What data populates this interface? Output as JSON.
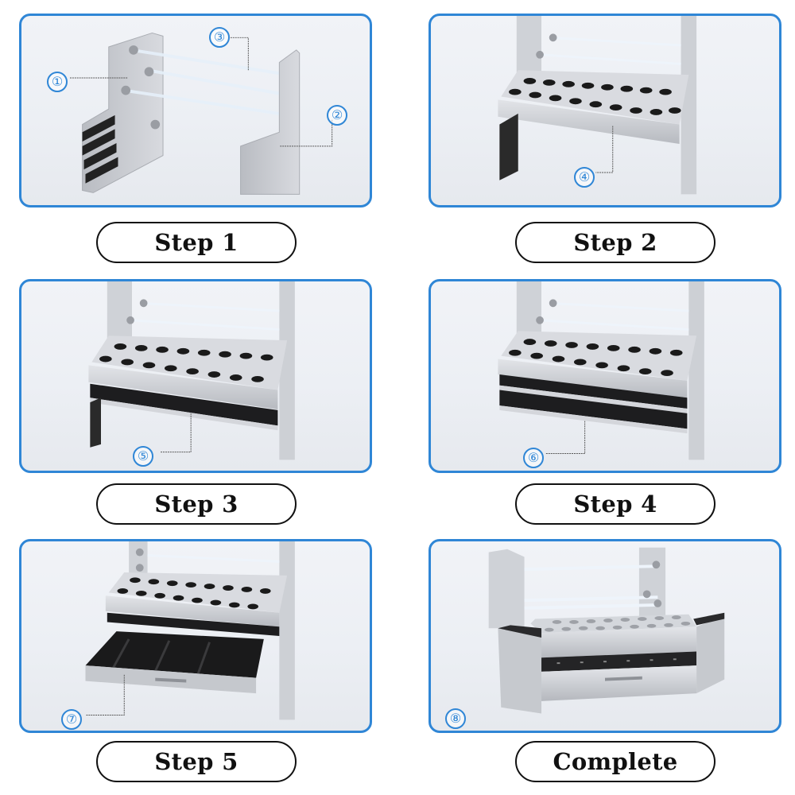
{
  "colors": {
    "panel_border": "#2f86d6",
    "callout": "#2f86d6",
    "pill_border": "#111111",
    "metal": "#c9ccd1",
    "dark_slot": "#1c1c1e"
  },
  "steps": [
    {
      "label": "Step 1",
      "callouts": [
        "①",
        "②",
        "③"
      ]
    },
    {
      "label": "Step 2",
      "callouts": [
        "④"
      ]
    },
    {
      "label": "Step 3",
      "callouts": [
        "⑤"
      ]
    },
    {
      "label": "Step 4",
      "callouts": [
        "⑥"
      ]
    },
    {
      "label": "Step 5",
      "callouts": [
        "⑦"
      ]
    },
    {
      "label": "Complete",
      "callouts": [
        "⑧"
      ]
    }
  ]
}
